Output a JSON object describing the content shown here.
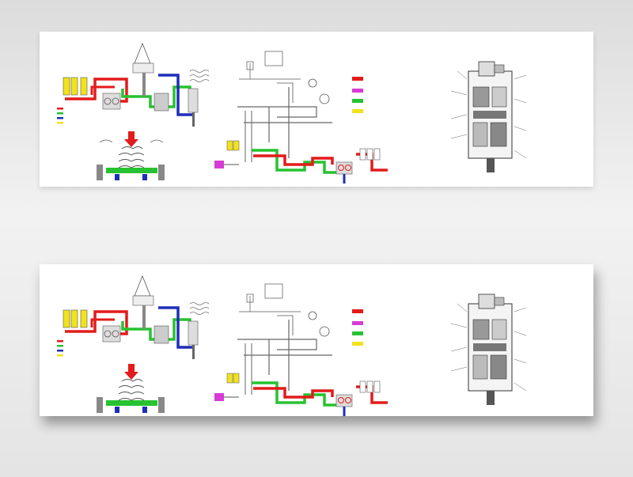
{
  "colors": {
    "red": "#e31b1b",
    "green": "#27c230",
    "blue": "#1d2fb8",
    "yellow": "#f2e21c",
    "magenta": "#d63bd6",
    "line": "#555555"
  },
  "left_diagram": {
    "legend": [
      "",
      "",
      "",
      ""
    ],
    "top_label": "",
    "left_label": "",
    "right_label": "",
    "side_label_1": "",
    "side_label_2": "",
    "bottom_label": ""
  },
  "middle_diagram": {
    "legend": [
      {
        "color": "red",
        "text": ""
      },
      {
        "color": "magenta",
        "text": ""
      },
      {
        "color": "green",
        "text": ""
      },
      {
        "color": "yellow",
        "text": ""
      }
    ]
  },
  "right_diagram": {
    "labels_left": [
      "",
      "",
      "",
      "",
      "",
      "",
      "",
      "",
      "",
      "",
      ""
    ],
    "labels_right": [
      "",
      "",
      "",
      "",
      "",
      "",
      "",
      "",
      "",
      "",
      "",
      "",
      ""
    ]
  },
  "watermark": ""
}
